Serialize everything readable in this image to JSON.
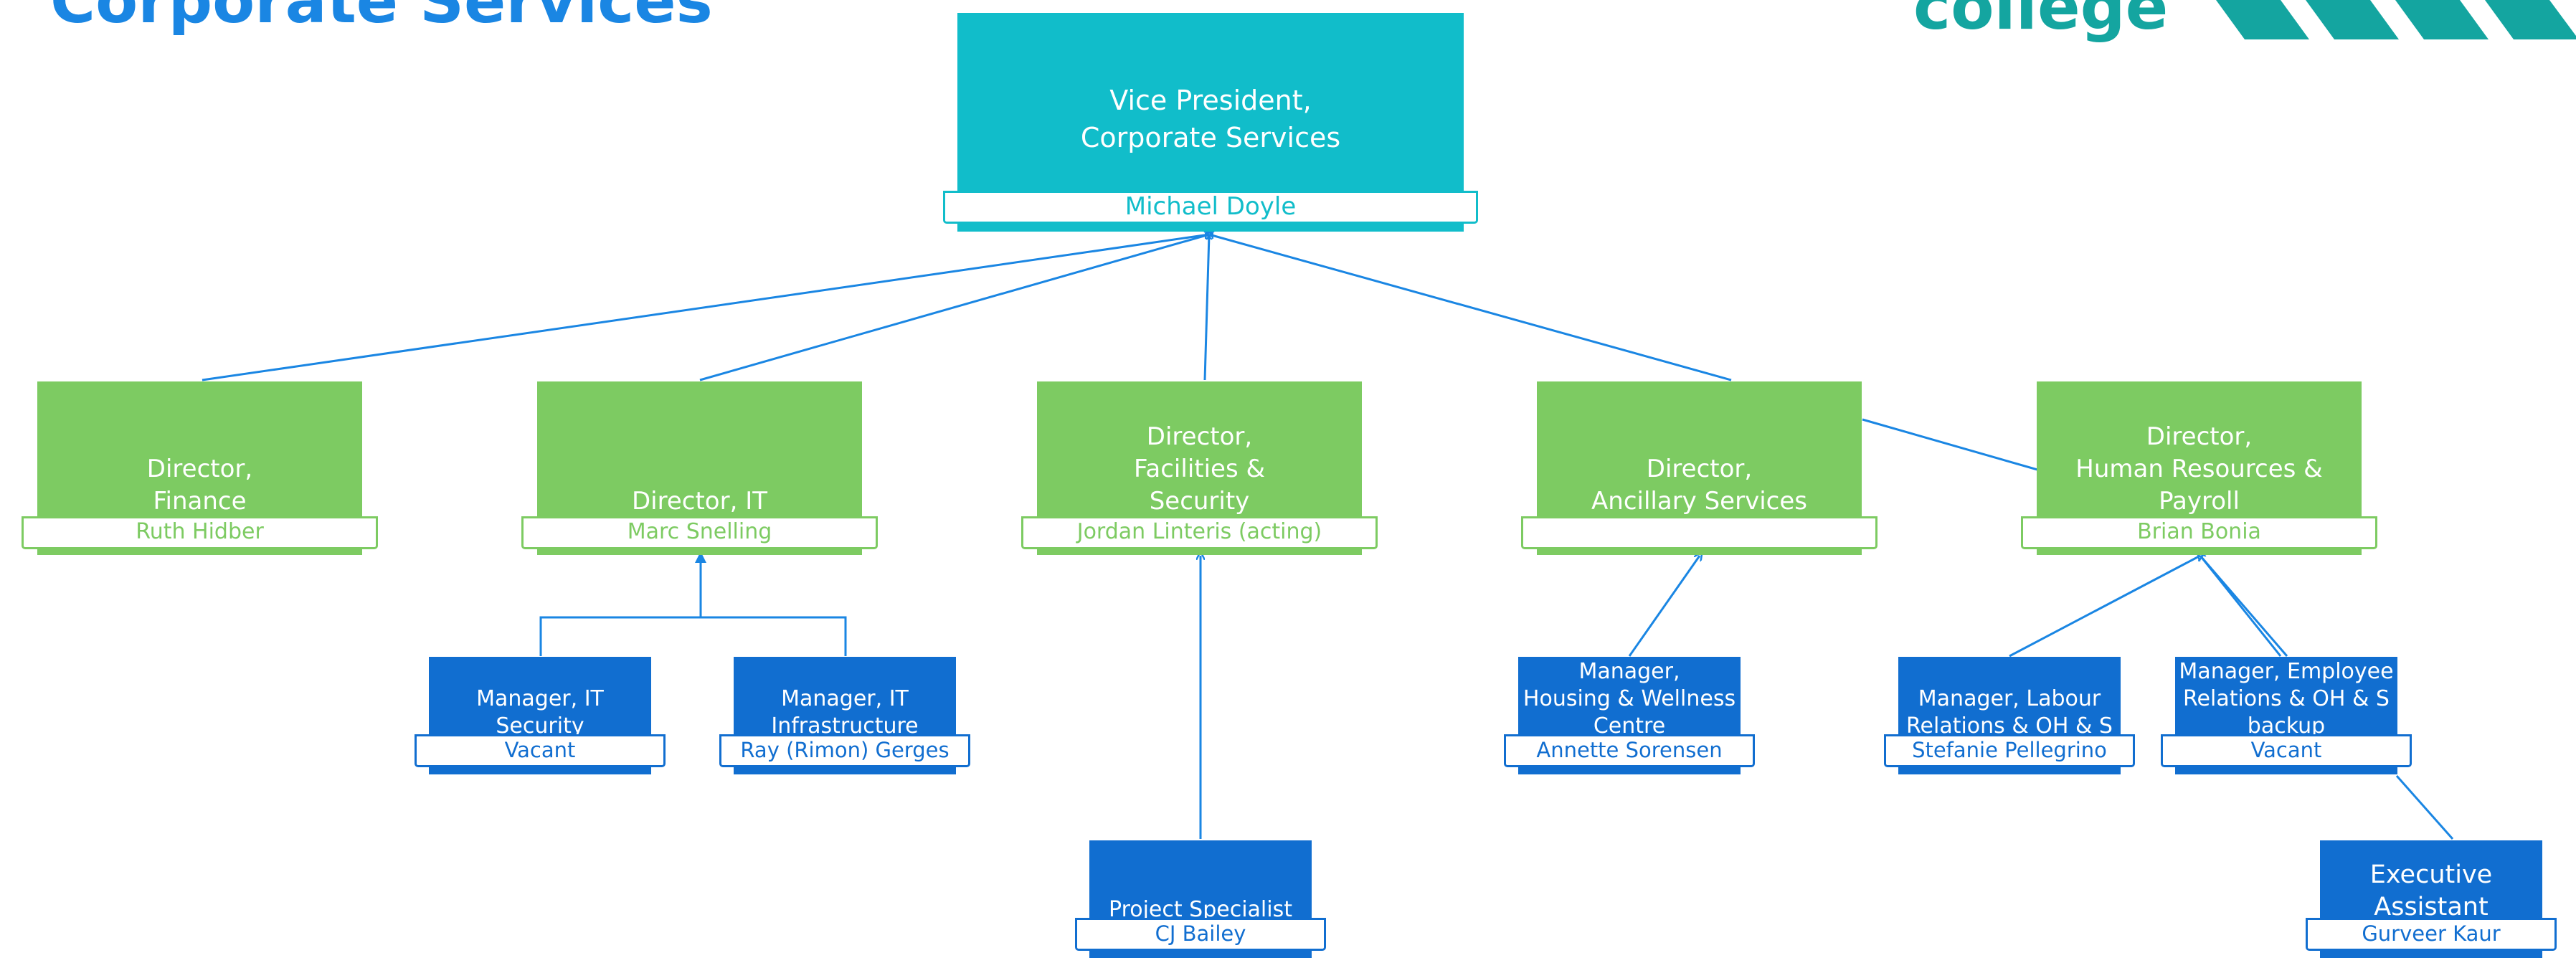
{
  "header": {
    "page_title": "Corporate Services",
    "logo_text": "college"
  },
  "colors": {
    "vp": "#11bdca",
    "director": "#7dcb62",
    "manager": "#116ed0",
    "connector": "#1a86e3",
    "title": "#1a86e3",
    "logo": "#14a5a0"
  },
  "nodes": {
    "vp": {
      "title": "Vice President,\nCorporate Services",
      "name": "Michael Doyle"
    },
    "finance": {
      "title": "Director,\nFinance",
      "name": "Ruth Hidber"
    },
    "it": {
      "title": "Director, IT",
      "name": "Marc Snelling"
    },
    "facilities": {
      "title": "Director,\nFacilities &\nSecurity",
      "name": "Jordan Linteris (acting)"
    },
    "ancillary": {
      "title": "Director,\nAncillary Services",
      "name": ""
    },
    "hr": {
      "title": "Director,\nHuman Resources &\nPayroll",
      "name": "Brian Bonia"
    },
    "it_security": {
      "title": "Manager, IT Security",
      "name": "Vacant"
    },
    "it_infra": {
      "title": "Manager, IT\nInfrastructure",
      "name": "Ray (Rimon) Gerges"
    },
    "project": {
      "title": "Project Specialist",
      "name": "CJ Bailey"
    },
    "housing": {
      "title": "Manager,\nHousing & Wellness\nCentre",
      "name": "Annette Sorensen"
    },
    "labour": {
      "title": "Manager, Labour\nRelations & OH & S",
      "name": "Stefanie Pellegrino"
    },
    "employee": {
      "title": "Manager, Employee\nRelations & OH & S\nbackup",
      "name": "Vacant"
    },
    "ea": {
      "title": "Executive\nAssistant",
      "name": "Gurveer Kaur"
    }
  }
}
